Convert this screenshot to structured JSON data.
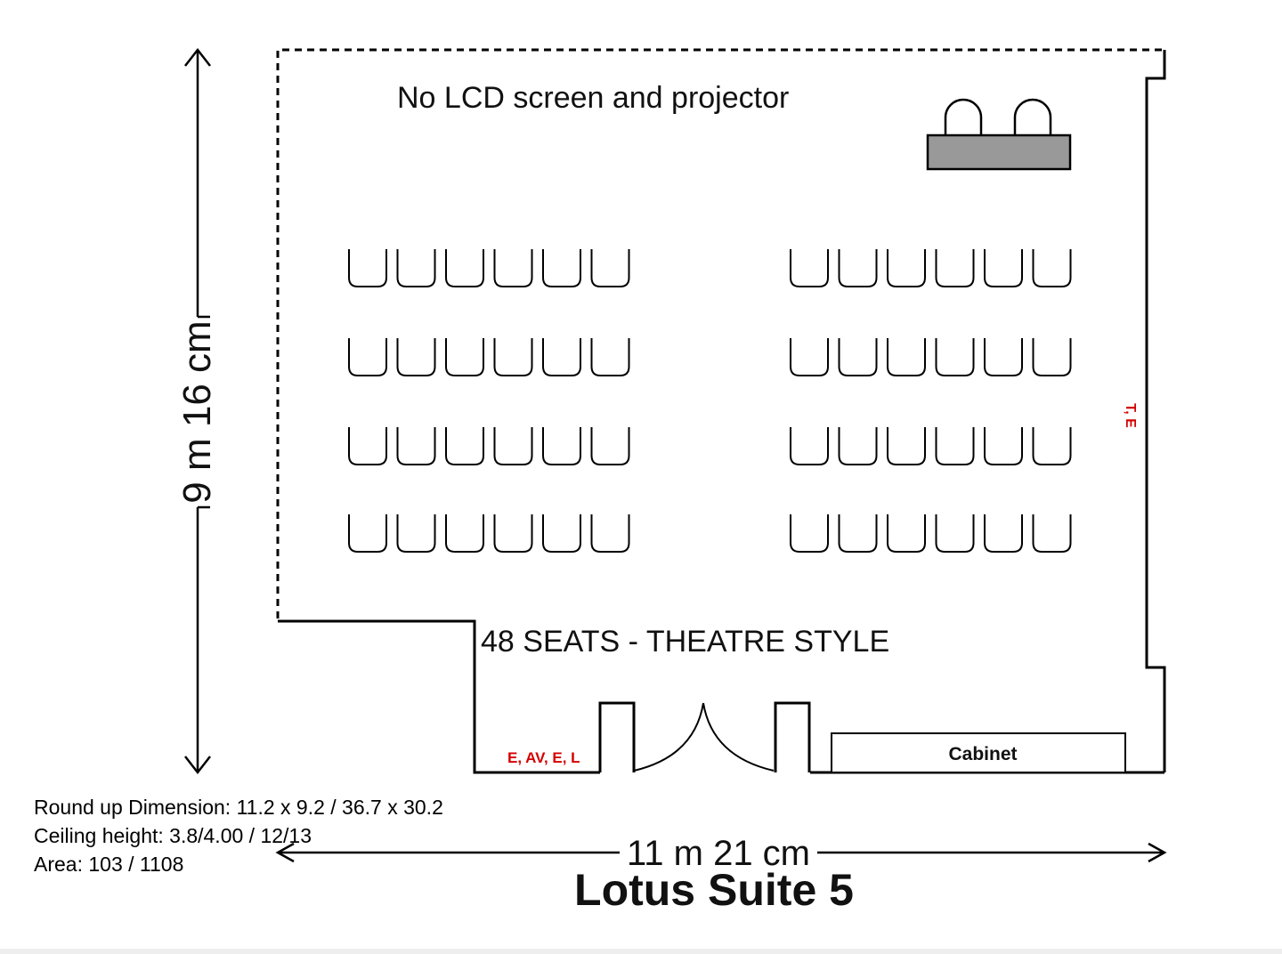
{
  "title": "Lotus Suite 5",
  "note": "No LCD screen and projector",
  "seating_label": "48 SEATS - THEATRE STYLE",
  "dimensions": {
    "height_label": "9 m 16 cm",
    "width_label": "11 m 21 cm"
  },
  "cabinet_label": "Cabinet",
  "outlets": {
    "bottom": "E, AV, E, L",
    "right": "T, E"
  },
  "info": {
    "round_up": "Round up Dimension: 11.2 x 9.2 / 36.7 x 30.2",
    "ceiling": "Ceiling height: 3.8/4.00 / 12/13",
    "area": "Area: 103 / 1108"
  },
  "seating": {
    "rows": 4,
    "blocks": 2,
    "seats_per_block_row": 6,
    "total": 48
  },
  "colors": {
    "wall": "#000000",
    "outlet_text": "#d40000",
    "table_fill": "#999999"
  }
}
